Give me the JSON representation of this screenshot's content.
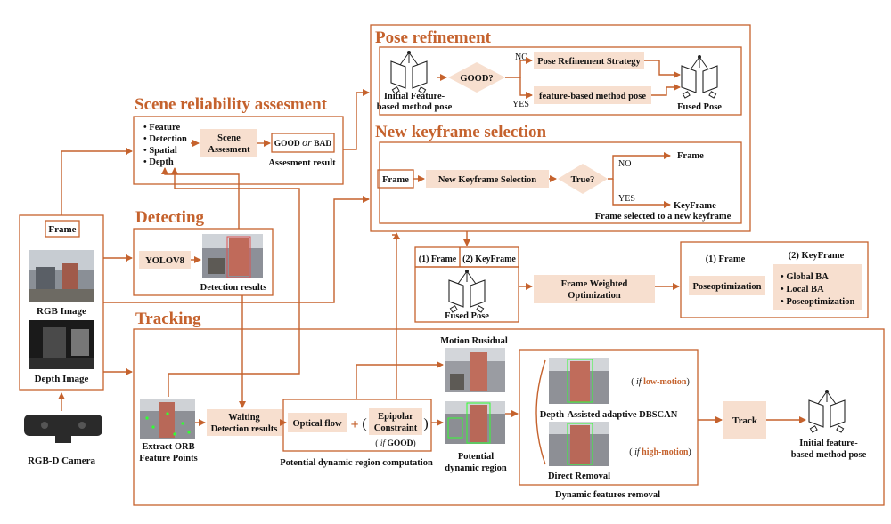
{
  "sections": {
    "pose_refinement": "Pose refinement",
    "scene_reliability": "Scene reliability assesment",
    "new_keyframe": "New keyframe selection",
    "detecting": "Detecting",
    "tracking": "Tracking"
  },
  "input": {
    "frame": "Frame",
    "rgb_image": "RGB Image",
    "depth_image": "Depth Image",
    "camera": "RGB-D Camera"
  },
  "scene": {
    "bullets": [
      "Feature",
      "Detection",
      "Spatial",
      "Depth"
    ],
    "assessment_1": "Scene",
    "assessment_2": "Assesment",
    "good": "GOOD",
    "or": "or",
    "bad": "BAD",
    "result": "Assesment result"
  },
  "pose_ref": {
    "initial_1": "Initial Feature-",
    "initial_2": "based method pose",
    "good_q": "GOOD?",
    "no": "NO",
    "yes": "YES",
    "strategy": "Pose Refinement Strategy",
    "feature_pose": "feature-based method pose",
    "fused": "Fused Pose"
  },
  "keyframe": {
    "frame": "Frame",
    "selection": "New Keyframe Selection",
    "true_q": "True?",
    "no": "NO",
    "yes": "YES",
    "frame_out": "Frame",
    "keyframe_out": "KeyFrame",
    "caption": "Frame selected to a new keyframe"
  },
  "detect": {
    "yolo": "YOLOV8",
    "results": "Detection results"
  },
  "fused_block": {
    "frame": "(1) Frame",
    "keyframe": "(2) KeyFrame",
    "fused": "Fused Pose"
  },
  "optimization": {
    "weighted_1": "Frame Weighted",
    "weighted_2": "Optimization",
    "frame_head": "(1) Frame",
    "keyframe_head": "(2) KeyFrame",
    "poseopt": "Poseoptimization",
    "list": [
      "Global BA",
      "Local BA",
      "Poseoptimization"
    ]
  },
  "tracking": {
    "extract_1": "Extract ORB",
    "extract_2": "Feature Points",
    "waiting_1": "Waiting",
    "waiting_2": "Detection results",
    "optical": "Optical flow",
    "plus": "+",
    "lparen": "(",
    "epipolar_1": "Epipolar",
    "epipolar_2": "Constraint",
    "rparen": ")",
    "if_good_if": "if",
    "if_good_word": "GOOD",
    "potential_comp": "Potential dynamic region computation",
    "motion_residual": "Motion Rusidual",
    "potential_1": "Potential",
    "potential_2": "dynamic region",
    "low_if": "if",
    "low_word": "low-motion",
    "high_if": "if",
    "high_word": "high-motion",
    "dbscan": "Depth-Assisted adaptive DBSCAN",
    "direct": "Direct Removal",
    "dyn_removal": "Dynamic features removal",
    "track": "Track",
    "initial_1": "Initial feature-",
    "initial_2": "based method pose"
  }
}
